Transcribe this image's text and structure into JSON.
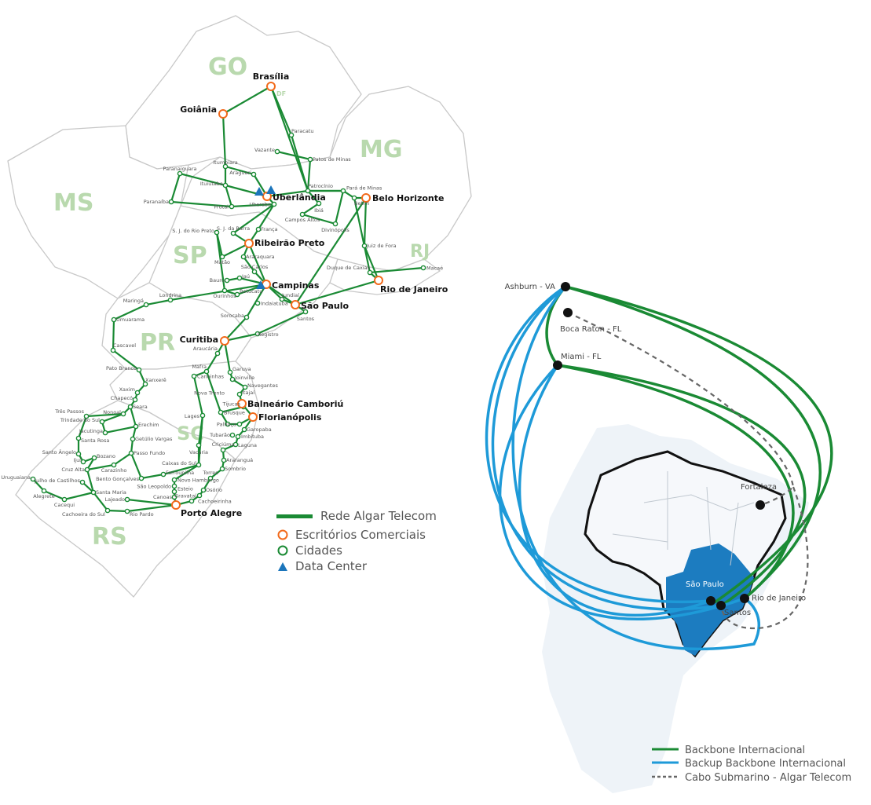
{
  "regions": [
    "GO",
    "MG",
    "MS",
    "SP",
    "RJ",
    "PR",
    "SC",
    "RS",
    "DF"
  ],
  "offices": [
    {
      "id": "bsb",
      "name": "Brasília"
    },
    {
      "id": "gyn",
      "name": "Goiânia"
    },
    {
      "id": "udi",
      "name": "Uberlândia"
    },
    {
      "id": "bh",
      "name": "Belo Horizonte"
    },
    {
      "id": "rp",
      "name": "Ribeirão Preto"
    },
    {
      "id": "rj",
      "name": "Rio de Janeiro"
    },
    {
      "id": "cps",
      "name": "Campinas"
    },
    {
      "id": "sp",
      "name": "São Paulo"
    },
    {
      "id": "cwb",
      "name": "Curitiba"
    },
    {
      "id": "bc",
      "name": "Balneário Camboriú"
    },
    {
      "id": "fln",
      "name": "Florianópolis"
    },
    {
      "id": "poa",
      "name": "Porto Alegre"
    }
  ],
  "cities": [
    {
      "id": "par",
      "name": "Paracatu"
    },
    {
      "id": "vaz",
      "name": "Vazante"
    },
    {
      "id": "pdm",
      "name": "Patos de Minas"
    },
    {
      "id": "itb",
      "name": "Itumbiara"
    },
    {
      "id": "ara",
      "name": "Araguari"
    },
    {
      "id": "prg",
      "name": "Paranaiguara"
    },
    {
      "id": "itu",
      "name": "Ituiutaba"
    },
    {
      "id": "pat",
      "name": "Patrocínio"
    },
    {
      "id": "pmi",
      "name": "Pará de Minas"
    },
    {
      "id": "bet",
      "name": "Betim"
    },
    {
      "id": "ube",
      "name": "Uberaba"
    },
    {
      "id": "fru",
      "name": "Frutal"
    },
    {
      "id": "pba",
      "name": "Paranaíba"
    },
    {
      "id": "ibi",
      "name": "Ibiá"
    },
    {
      "id": "cal",
      "name": "Campos Altos"
    },
    {
      "id": "div",
      "name": "Divinópolis"
    },
    {
      "id": "sjb",
      "name": "S. J. da Barra"
    },
    {
      "id": "fra",
      "name": "França"
    },
    {
      "id": "sjr",
      "name": "S. J. do Rio Preto"
    },
    {
      "id": "jdf",
      "name": "Juiz de Fora"
    },
    {
      "id": "mat",
      "name": "Matão"
    },
    {
      "id": "arq",
      "name": "Araraquara"
    },
    {
      "id": "sca",
      "name": "São Carlos"
    },
    {
      "id": "mac",
      "name": "Macaé"
    },
    {
      "id": "dqc",
      "name": "Duque de Caxias"
    },
    {
      "id": "bau",
      "name": "Bauru"
    },
    {
      "id": "jau",
      "name": "Jaú"
    },
    {
      "id": "our",
      "name": "Ourinhos"
    },
    {
      "id": "bot",
      "name": "Botucatu"
    },
    {
      "id": "jun",
      "name": "Jundiaí"
    },
    {
      "id": "lon",
      "name": "Londrina"
    },
    {
      "id": "mar",
      "name": "Maringá"
    },
    {
      "id": "umu",
      "name": "Umuarama"
    },
    {
      "id": "ind",
      "name": "Indaiatuba"
    },
    {
      "id": "sor",
      "name": "Sorocaba"
    },
    {
      "id": "san",
      "name": "Santos"
    },
    {
      "id": "reg",
      "name": "Registro"
    },
    {
      "id": "cas",
      "name": "Cascavel"
    },
    {
      "id": "arc",
      "name": "Araucária"
    },
    {
      "id": "pbr",
      "name": "Pato Branco"
    },
    {
      "id": "maf",
      "name": "Mafra"
    },
    {
      "id": "gar",
      "name": "Garuva"
    },
    {
      "id": "joi",
      "name": "Joinville"
    },
    {
      "id": "nav",
      "name": "Navegantes"
    },
    {
      "id": "ita",
      "name": "Itajaí"
    },
    {
      "id": "can",
      "name": "Canoinhas"
    },
    {
      "id": "xan",
      "name": "Xanxerê"
    },
    {
      "id": "xax",
      "name": "Xaxim"
    },
    {
      "id": "cha",
      "name": "Chapecó"
    },
    {
      "id": "sea",
      "name": "Seara"
    },
    {
      "id": "non",
      "name": "Nonoal"
    },
    {
      "id": "ere",
      "name": "Erechim"
    },
    {
      "id": "lag",
      "name": "Lages"
    },
    {
      "id": "bru",
      "name": "Brusque"
    },
    {
      "id": "tij",
      "name": "Tijucas"
    },
    {
      "id": "gpb",
      "name": "Garopaba"
    },
    {
      "id": "tub",
      "name": "Tubarão"
    },
    {
      "id": "imb",
      "name": "Imbituba"
    },
    {
      "id": "lgn",
      "name": "Laguna"
    },
    {
      "id": "gvg",
      "name": "Getúlio Vargas"
    },
    {
      "id": "vac",
      "name": "Vacaria"
    },
    {
      "id": "pfu",
      "name": "Passo Fundo"
    },
    {
      "id": "cri",
      "name": "Criciúma"
    },
    {
      "id": "arr",
      "name": "Araranguá"
    },
    {
      "id": "som",
      "name": "Sombrio"
    },
    {
      "id": "cxs",
      "name": "Caixas do Sul"
    },
    {
      "id": "car",
      "name": "Carazinho"
    },
    {
      "id": "bgo",
      "name": "Bento Gonçalves"
    },
    {
      "id": "far",
      "name": "Farroupilha"
    },
    {
      "id": "nha",
      "name": "Novo Hamburgo"
    },
    {
      "id": "sle",
      "name": "São Leopoldo"
    },
    {
      "id": "tor",
      "name": "Torres"
    },
    {
      "id": "oso",
      "name": "Osório"
    },
    {
      "id": "grv",
      "name": "Gravataí"
    },
    {
      "id": "cac",
      "name": "Cachoeirinha"
    },
    {
      "id": "est",
      "name": "Esteio"
    },
    {
      "id": "cno",
      "name": "Canoas"
    },
    {
      "id": "smr",
      "name": "Santa Maria"
    },
    {
      "id": "laj",
      "name": "Lajeado"
    },
    {
      "id": "cds",
      "name": "Cachoeira do Sul"
    },
    {
      "id": "rpa",
      "name": "Rio Pardo"
    },
    {
      "id": "ccq",
      "name": "Cacequi"
    },
    {
      "id": "ale",
      "name": "Alegrete"
    },
    {
      "id": "uru",
      "name": "Uruguaiana"
    },
    {
      "id": "jca",
      "name": "Julho de Castilhos"
    },
    {
      "id": "cza",
      "name": "Cruz Alta"
    },
    {
      "id": "iju",
      "name": "Ijuí"
    },
    {
      "id": "sag",
      "name": "Santo Ângelo"
    },
    {
      "id": "boz",
      "name": "Bozano"
    },
    {
      "id": "sro",
      "name": "Santa Rosa"
    },
    {
      "id": "tps",
      "name": "Três Passos"
    },
    {
      "id": "tds",
      "name": "Trindade do Sul"
    },
    {
      "id": "jac",
      "name": "Jacutinga"
    },
    {
      "id": "nvt",
      "name": "Nova Trento"
    },
    {
      "id": "pal",
      "name": "Palhoça"
    }
  ],
  "legend_left": {
    "network": "Rede Algar Telecom",
    "offices": "Escritórios Comerciais",
    "cities": "Cidades",
    "datacenter": "Data Center"
  },
  "international": {
    "nodes": [
      {
        "id": "ash",
        "name": "Ashburn - VA"
      },
      {
        "id": "boc",
        "name": "Boca Raton - FL"
      },
      {
        "id": "mia",
        "name": "Miami - FL"
      },
      {
        "id": "for",
        "name": "Fortaleza"
      },
      {
        "id": "isp",
        "name": "São Paulo"
      },
      {
        "id": "isa",
        "name": "Santos"
      },
      {
        "id": "irj",
        "name": "Rio de Janeiro"
      }
    ],
    "legend": {
      "backbone": "Backbone Internacional",
      "backup": "Backup Backbone Internacional",
      "submarine": "Cabo Submarino - Algar Telecom"
    }
  },
  "colors": {
    "network": "#1a8a34",
    "office": "#f26a1b",
    "datacenter": "#1b75bb",
    "backup": "#1e9ad8",
    "brazil_highlight": "#1c7cc0"
  }
}
